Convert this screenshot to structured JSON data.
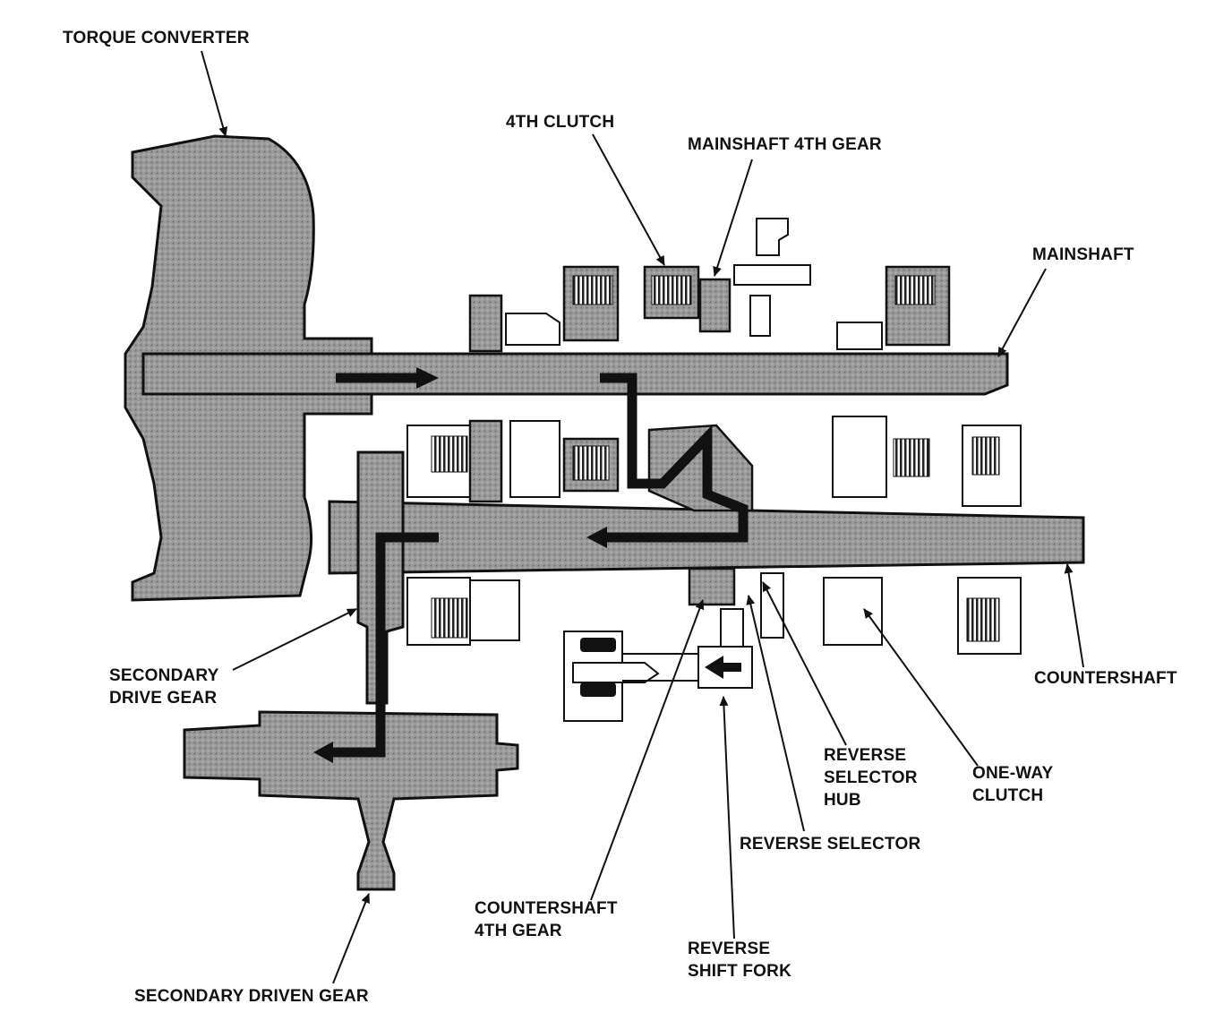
{
  "labels": {
    "torque_converter": "TORQUE CONVERTER",
    "fourth_clutch": "4TH CLUTCH",
    "mainshaft_4th_gear": "MAINSHAFT 4TH GEAR",
    "mainshaft": "MAINSHAFT",
    "secondary_drive_gear": [
      "SECONDARY",
      "DRIVE GEAR"
    ],
    "countershaft": "COUNTERSHAFT",
    "reverse_selector_hub": [
      "REVERSE",
      "SELECTOR",
      "HUB"
    ],
    "one_way_clutch": [
      "ONE-WAY",
      "CLUTCH"
    ],
    "reverse_selector": "REVERSE SELECTOR",
    "countershaft_4th_gear": [
      "COUNTERSHAFT",
      "4TH GEAR"
    ],
    "reverse_shift_fork": [
      "REVERSE",
      "SHIFT FORK"
    ],
    "secondary_driven_gear": "SECONDARY DRIVEN GEAR"
  },
  "colors": {
    "component_fill": "#8f8f8f",
    "outline": "#111111",
    "power_flow": "#111111",
    "background": "#ffffff"
  }
}
